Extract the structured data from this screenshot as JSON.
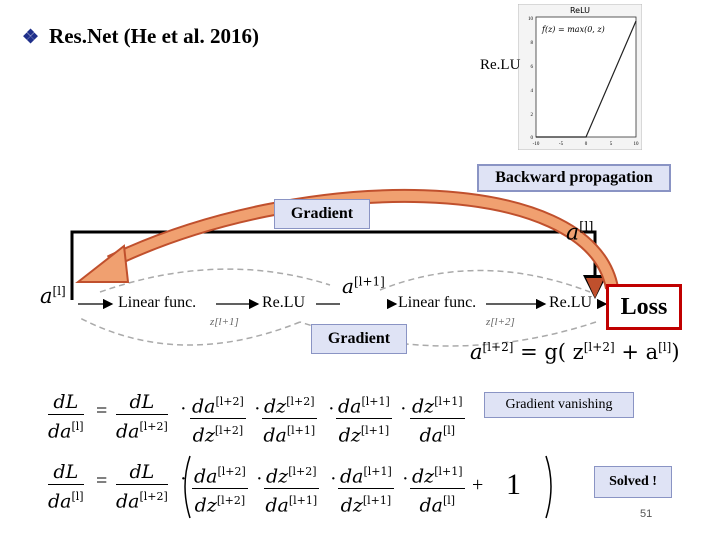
{
  "title": "Res.Net (He et al. 2016)",
  "relu_plot": {
    "title": "ReLU",
    "formula": "f(z) = max(0, z)",
    "x_ticks": [
      "-10",
      "-5",
      "0",
      "5",
      "10"
    ],
    "y_ticks": [
      "10",
      "8",
      "6",
      "4",
      "2",
      "0"
    ]
  },
  "relu_label": "Re.LU",
  "backward_propagation": "Backward propagation",
  "gradient_top": "Gradient",
  "gradient_bottom": "Gradient",
  "skip_label_base": "a",
  "skip_label_sup": "[l]",
  "input_label_base": "a",
  "input_label_sup": "[l]",
  "mid_label_base": "a",
  "mid_label_sup": "[l+1]",
  "nodes": {
    "linear1": "Linear func.",
    "relu1": "Re.LU",
    "linear2": "Linear func.",
    "relu2": "Re.LU"
  },
  "z1_label": "z[l+1]",
  "z2_label": "z[l+2]",
  "loss": "Loss",
  "output_eq": {
    "lhs": "a",
    "lhs_sup": "[l+2]",
    "mid": " = g( z",
    "mid_sup": "[l+2]",
    "plus": " + a",
    "plus_sup": "[l]",
    "close": ")"
  },
  "eq1": {
    "lhs_num": "dL",
    "lhs_den": "da",
    "lhs_den_sup": "[l]",
    "f1_num": "dL",
    "f1_den": "da",
    "f1_den_sup": "[l+2]",
    "f2_num": "da",
    "f2_num_sup": "[l+2]",
    "f2_den": "dz",
    "f2_den_sup": "[l+2]",
    "f3_num": "dz",
    "f3_num_sup": "[l+2]",
    "f3_den": "da",
    "f3_den_sup": "[l+1]",
    "f4_num": "da",
    "f4_num_sup": "[l+1]",
    "f4_den": "dz",
    "f4_den_sup": "[l+1]",
    "f5_num": "dz",
    "f5_num_sup": "[l+1]",
    "f5_den": "da",
    "f5_den_sup": "[l]"
  },
  "gradient_vanishing": "Gradient vanishing",
  "eq2": {
    "lhs_num": "dL",
    "lhs_den": "da",
    "lhs_den_sup": "[l]",
    "f1_num": "dL",
    "f1_den": "da",
    "f1_den_sup": "[l+2]",
    "f2_num": "da",
    "f2_num_sup": "[l+2]",
    "f2_den": "dz",
    "f2_den_sup": "[l+2]",
    "f3_num": "dz",
    "f3_num_sup": "[l+2]",
    "f3_den": "da",
    "f3_den_sup": "[l+1]",
    "f4_num": "da",
    "f4_num_sup": "[l+1]",
    "f4_den": "dz",
    "f4_den_sup": "[l+1]",
    "f5_num": "dz",
    "f5_num_sup": "[l+1]",
    "f5_den": "da",
    "f5_den_sup": "[l]",
    "plus_one": "1"
  },
  "solved": "Solved !",
  "page_number": "51",
  "colors": {
    "bullet": "#1f2f8a",
    "box_fill": "#dfe3f5",
    "loss_border": "#c00000",
    "arrow": "#e8734a"
  }
}
